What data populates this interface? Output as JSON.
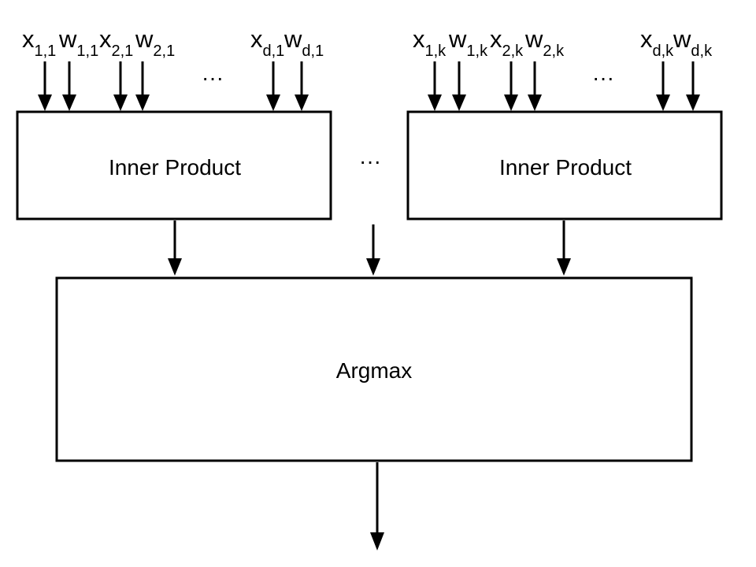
{
  "inner_products": [
    {
      "label": "Inner Product",
      "inputs": [
        {
          "base": "x",
          "sub": "1,1"
        },
        {
          "base": "w",
          "sub": "1,1"
        },
        {
          "base": "x",
          "sub": "2,1"
        },
        {
          "base": "w",
          "sub": "2,1"
        },
        {
          "base": "x",
          "sub": "d,1"
        },
        {
          "base": "w",
          "sub": "d,1"
        }
      ],
      "input_ellipsis": "···"
    },
    {
      "label": "Inner Product",
      "inputs": [
        {
          "base": "x",
          "sub": "1,k"
        },
        {
          "base": "w",
          "sub": "1,k"
        },
        {
          "base": "x",
          "sub": "2,k"
        },
        {
          "base": "w",
          "sub": "2,k"
        },
        {
          "base": "x",
          "sub": "d,k"
        },
        {
          "base": "w",
          "sub": "d,k"
        }
      ],
      "input_ellipsis": "···"
    }
  ],
  "between_ellipsis": "···",
  "argmax": {
    "label": "Argmax"
  },
  "colors": {
    "stroke": "#000000",
    "background": "#ffffff"
  }
}
